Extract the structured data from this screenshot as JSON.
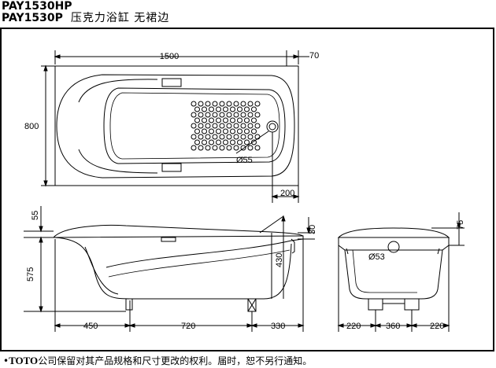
{
  "title": {
    "line1": "PAY1530HP",
    "line2_model": "PAY1530P",
    "line2_desc": "压克力浴缸  无裙边"
  },
  "dimensions": {
    "top_length": "1500",
    "top_rim": "70",
    "top_width": "800",
    "drain_diameter": "Ø55",
    "drain_offset": "200",
    "side_rim": "55",
    "side_height": "575",
    "side_inner_depth": "430",
    "side_lip": "30",
    "side_bottom_left": "450",
    "side_bottom_mid": "720",
    "side_bottom_right": "330",
    "end_rim": "75",
    "overflow_diameter": "Ø53",
    "end_bottom_left": "220",
    "end_bottom_mid": "360",
    "end_bottom_right": "220"
  },
  "footer": {
    "bullet": "•",
    "brand": "TOTO",
    "text": "公司保留对其产品规格和尺寸更改的权利。届时，恕不另行通知。"
  }
}
